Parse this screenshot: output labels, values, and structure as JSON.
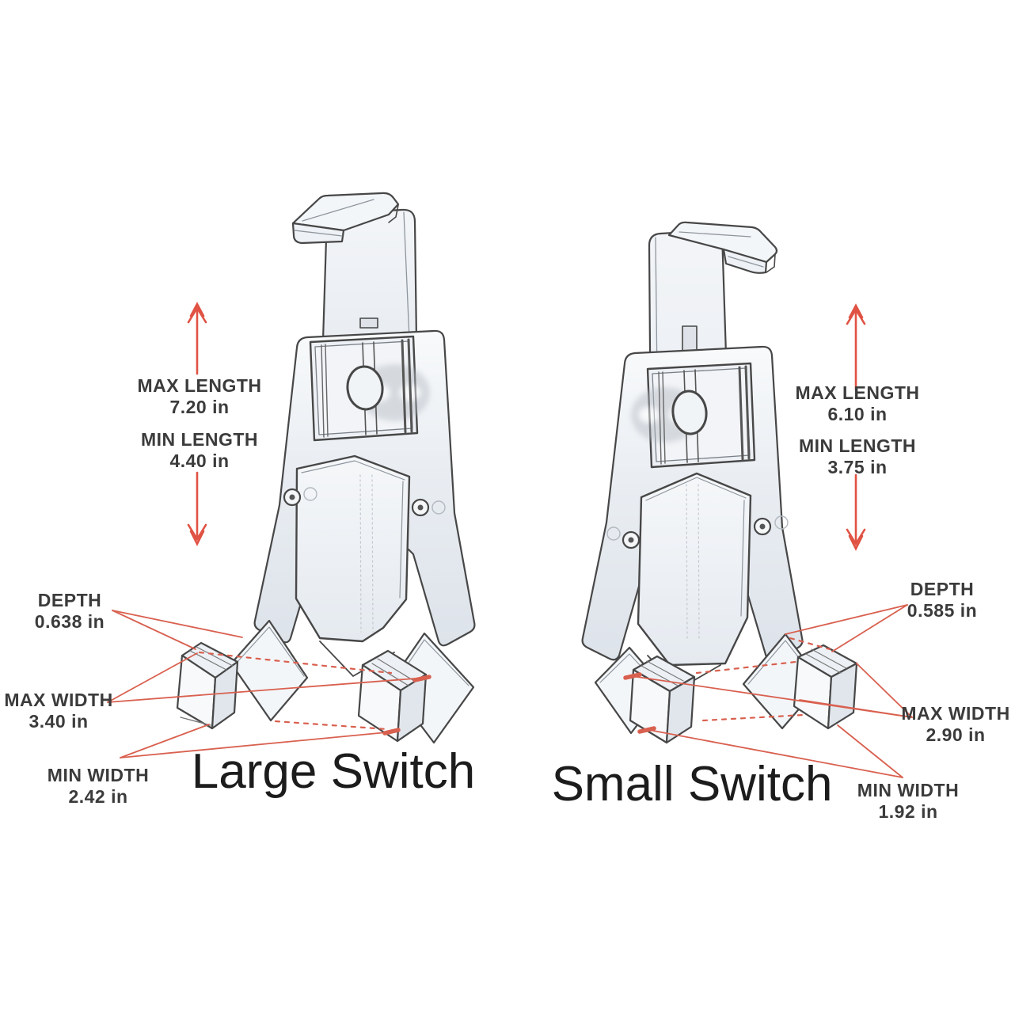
{
  "colors": {
    "annotation_red": "#d9604f",
    "arrow_red": "#e05243",
    "outline_gray": "#474747",
    "label_text": "#3b3b3b",
    "title_text": "#1c1c1c",
    "background": "#ffffff"
  },
  "products": [
    {
      "title": "Large Switch",
      "max_length": {
        "label": "MAX LENGTH",
        "value": "7.20 in"
      },
      "min_length": {
        "label": "MIN LENGTH",
        "value": "4.40 in"
      },
      "depth": {
        "label": "DEPTH",
        "value": "0.638 in"
      },
      "max_width": {
        "label": "MAX WIDTH",
        "value": "3.40 in"
      },
      "min_width": {
        "label": "MIN WIDTH",
        "value": "2.42 in"
      }
    },
    {
      "title": "Small Switch",
      "max_length": {
        "label": "MAX LENGTH",
        "value": "6.10 in"
      },
      "min_length": {
        "label": "MIN LENGTH",
        "value": "3.75 in"
      },
      "depth": {
        "label": "DEPTH",
        "value": "0.585 in"
      },
      "max_width": {
        "label": "MAX WIDTH",
        "value": "2.90 in"
      },
      "min_width": {
        "label": "MIN WIDTH",
        "value": "1.92 in"
      }
    }
  ]
}
